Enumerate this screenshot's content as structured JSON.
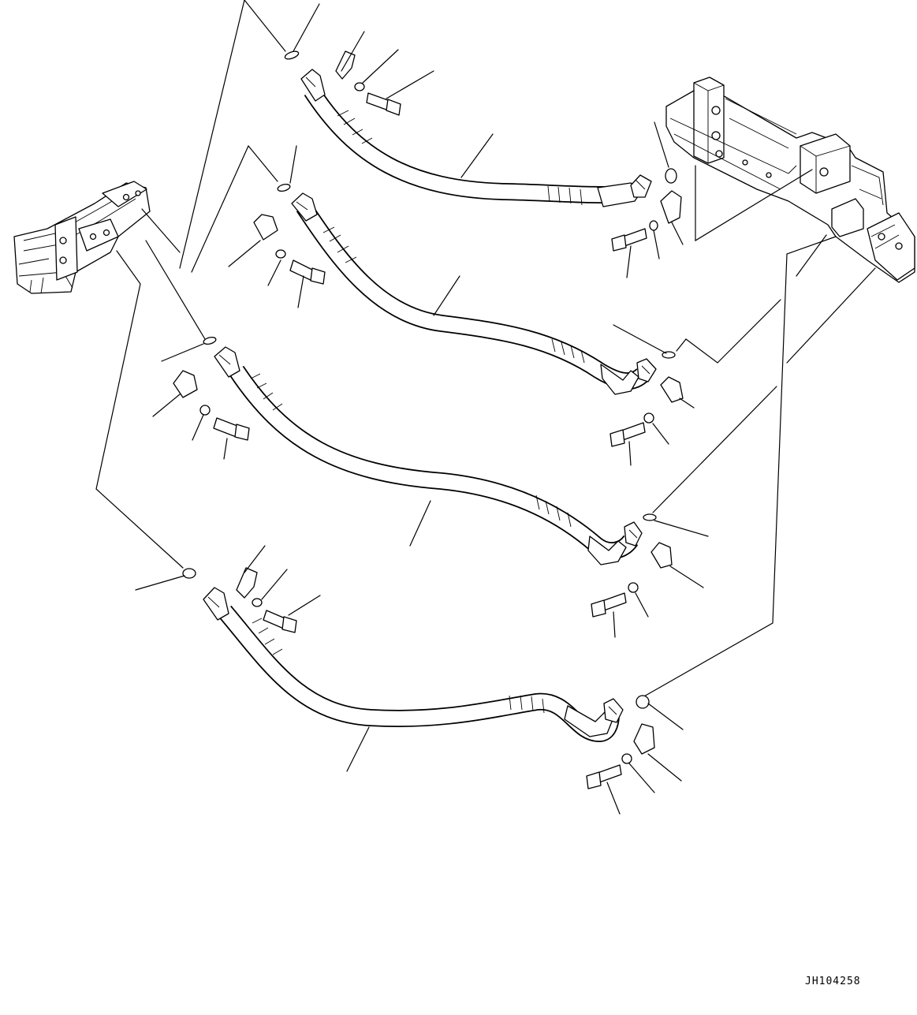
{
  "drawing": {
    "code": "JH104258",
    "colors": {
      "ink": "#000000",
      "paper": "#ffffff"
    }
  },
  "components": [
    "left-valve-block",
    "right-control-valve",
    "hose-1",
    "hose-2",
    "hose-3",
    "hose-4",
    "o-ring",
    "split-flange-clamp",
    "washer",
    "bolt"
  ]
}
